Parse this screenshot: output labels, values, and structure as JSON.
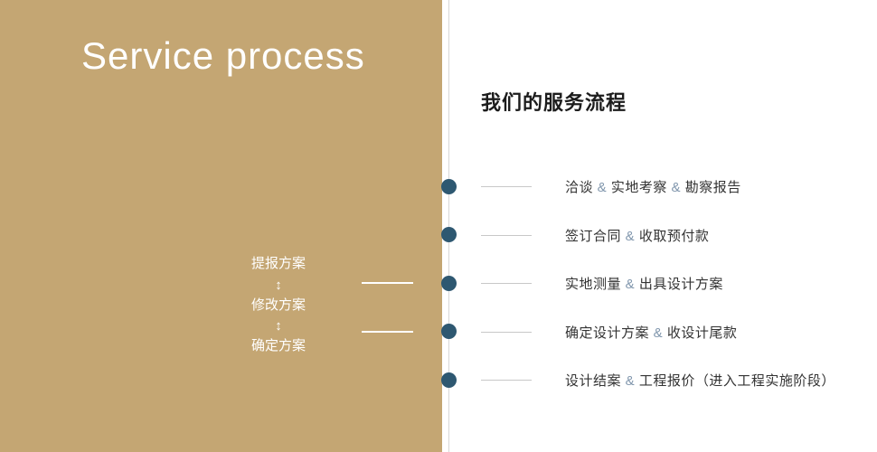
{
  "left": {
    "title": "Service process",
    "flow": [
      "提报方案",
      "修改方案",
      "确定方案"
    ],
    "arrow_glyph": "↕"
  },
  "timeline": {
    "dot_count": 5
  },
  "right": {
    "heading": "我们的服务流程",
    "separator": "&",
    "steps": [
      {
        "parts": [
          "洽谈",
          "实地考察",
          "勘察报告"
        ]
      },
      {
        "parts": [
          "签订合同",
          "收取预付款"
        ]
      },
      {
        "parts": [
          "实地测量",
          "出具设计方案"
        ]
      },
      {
        "parts": [
          "确定设计方案",
          "收设计尾款"
        ]
      },
      {
        "parts": [
          "设计结案",
          "工程报价（进入工程实施阶段）"
        ]
      }
    ]
  },
  "colors": {
    "panel-tan": "#c4a673",
    "dot-navy": "#2e5871",
    "divider-gray": "#d8d8d8",
    "tick-gray": "#c8c8c8",
    "text-dark": "#333333",
    "amp-blue": "#7f95ac",
    "white-text": "#ffffff"
  }
}
